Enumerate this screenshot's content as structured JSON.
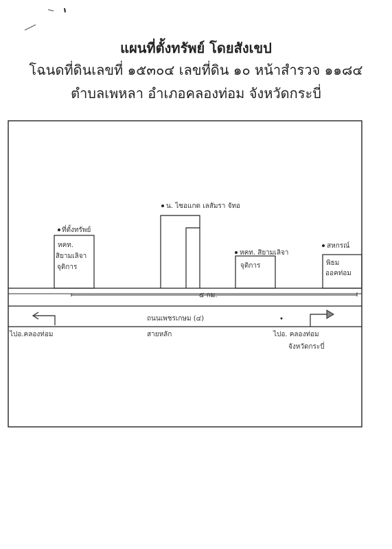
{
  "header": {
    "title": "แผนที่ตั้งทรัพย์ โดยสังเขป",
    "line2": "โฉนดที่ดินเลขที่ ๑๕๓๐๔ เลขที่ดิน ๑๐ หน้าสำรวจ ๑๑๘๔",
    "line3": "ตำบลเพหลา อำเภอคลองท่อม จังหวัดกระบี่"
  },
  "map": {
    "owner_label": "น. ไซอแกด เลสัมรา จัทอ",
    "plot_left_line1": "ที่ตั้งทรัพย์",
    "plot_left_line2": "หคท.",
    "plot_left_line3": "สิยามเลิจา",
    "plot_left_line4": "จุติการ",
    "plot_mid_line1": "หคท. สิยามเลิจา",
    "plot_mid_line2": "จุติการ",
    "plot_right_line1": "สหกรณ์",
    "plot_right_line2": "พิธม",
    "plot_right_line3": "ออคท่อม",
    "distance_label": "๕ กม.",
    "road_name": "ถนนเพชรเกษม (๔)",
    "road_sub": "สายหลัก",
    "left_arrow_label": "ไปอ.คลองท่อม",
    "right_arrow_line1": "ไปอ. คลองท่อม",
    "right_arrow_line2": "จังหวัดกระบี่"
  }
}
